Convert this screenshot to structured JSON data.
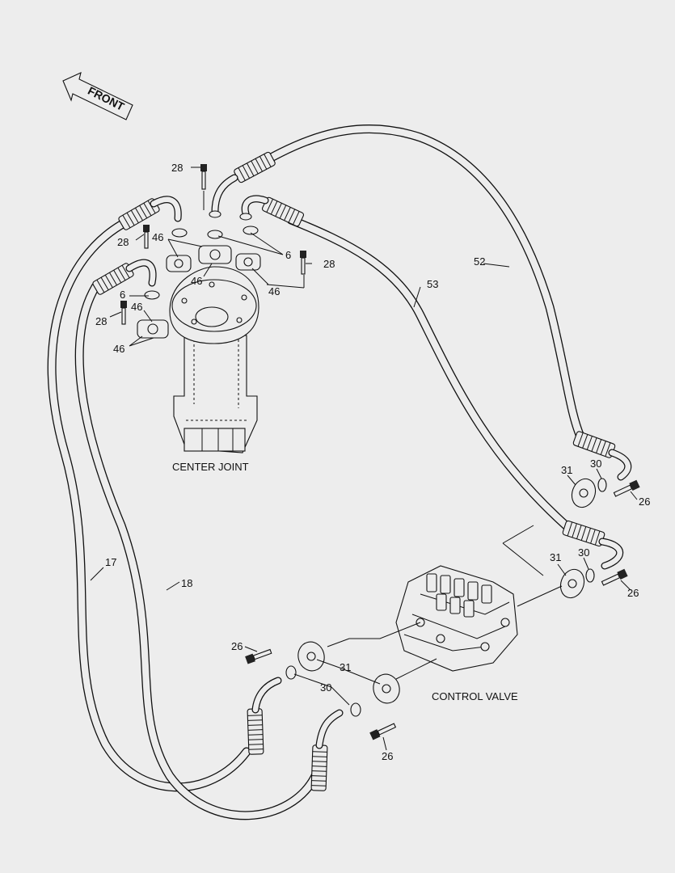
{
  "diagram": {
    "orientation_label": "FRONT",
    "components": {
      "center_joint": "CENTER JOINT",
      "control_valve": "CONTROL VALVE"
    },
    "part_callouts": {
      "p28a": "28",
      "p28b": "28",
      "p28c": "28",
      "p28d": "28",
      "p46a": "46",
      "p46b": "46",
      "p46c": "46",
      "p46d": "46",
      "p46e": "46",
      "p6a": "6",
      "p6b": "6",
      "p52": "52",
      "p53": "53",
      "p17": "17",
      "p18": "18",
      "p31a": "31",
      "p31b": "31",
      "p31c": "31",
      "p30a": "30",
      "p30b": "30",
      "p30c": "30",
      "p26a": "26",
      "p26b": "26",
      "p26c": "26",
      "p26d": "26"
    }
  }
}
